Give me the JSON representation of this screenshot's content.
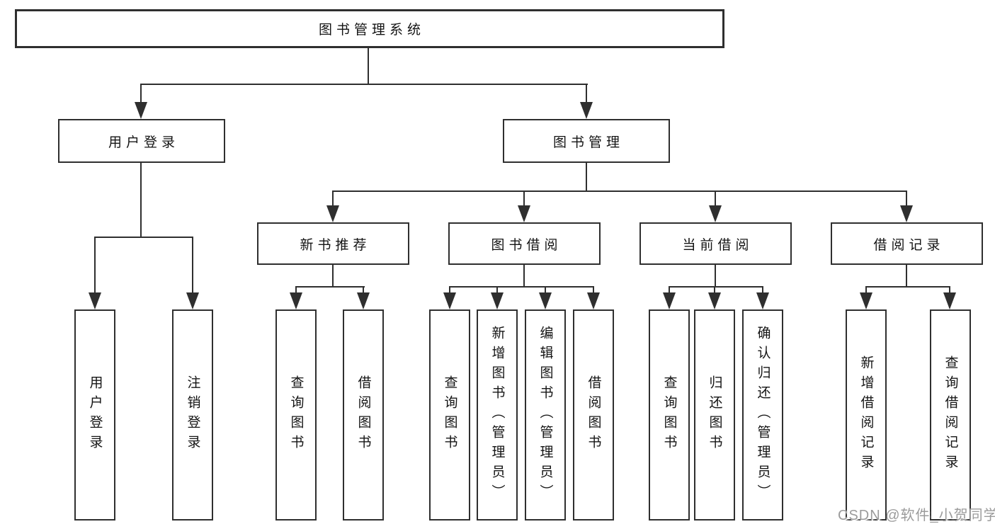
{
  "tree": {
    "root": {
      "label": "图书管理系统"
    },
    "level2": [
      {
        "label": "用户登录",
        "children": [
          {
            "label": "用户登录"
          },
          {
            "label": "注销登录"
          }
        ]
      },
      {
        "label": "图书管理"
      }
    ],
    "level3": [
      {
        "label": "新书推荐",
        "children": [
          {
            "label": "查询图书"
          },
          {
            "label": "借阅图书"
          }
        ]
      },
      {
        "label": "图书借阅",
        "children": [
          {
            "label": "查询图书"
          },
          {
            "label": "新增图书（管理员）"
          },
          {
            "label": "编辑图书（管理员）"
          },
          {
            "label": "借阅图书"
          }
        ]
      },
      {
        "label": "当前借阅",
        "children": [
          {
            "label": "查询图书"
          },
          {
            "label": "归还图书"
          },
          {
            "label": "确认归还（管理员）"
          }
        ]
      },
      {
        "label": "借阅记录",
        "children": [
          {
            "label": "新增借阅记录"
          },
          {
            "label": "查询借阅记录"
          }
        ]
      }
    ]
  },
  "watermark": {
    "text": "CSDN @软件_小贺同学",
    "color": "#9b9b9b"
  },
  "colors": {
    "line": "#2f2f2f",
    "box_border": "#2f2f2f",
    "background": "#ffffff",
    "text": "#141414"
  }
}
